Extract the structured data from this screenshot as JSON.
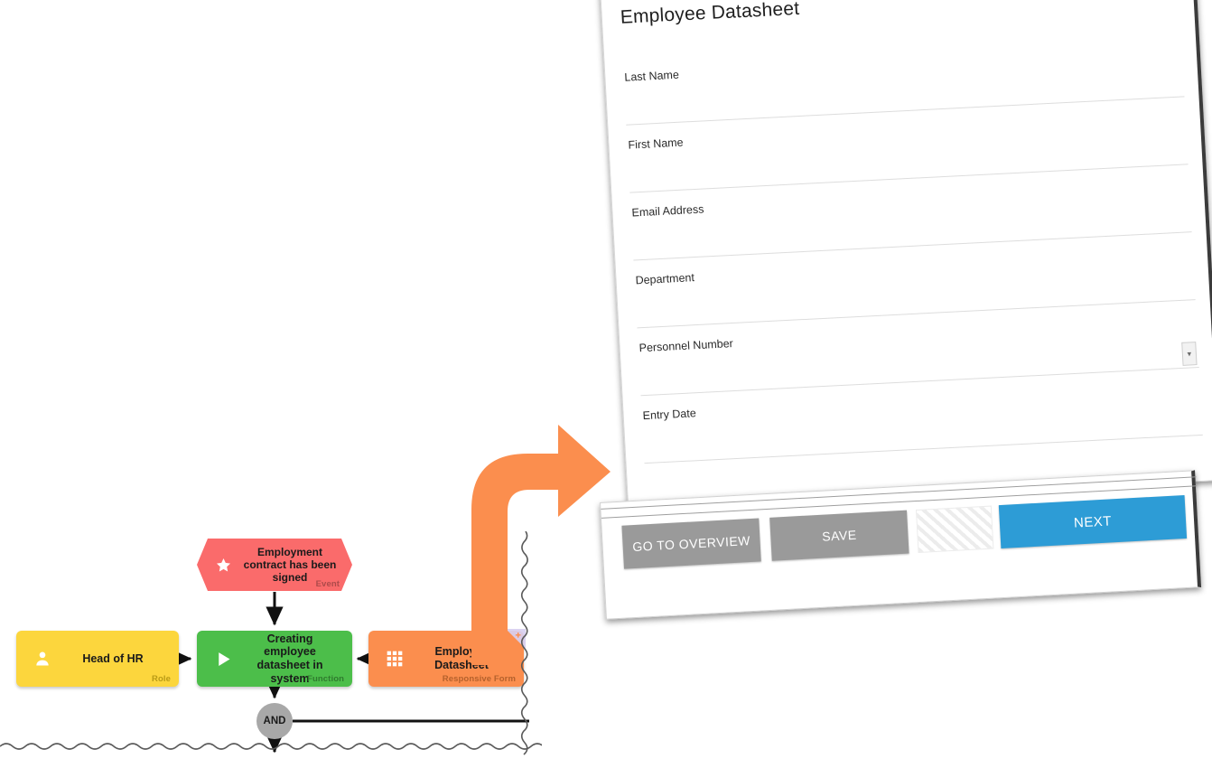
{
  "diagram": {
    "name": "EPC process fragment",
    "nodes": [
      {
        "id": "event",
        "title": "Employment contract has been signed",
        "type_label": "Event",
        "icon": "star-icon",
        "color": "#FA6B6B"
      },
      {
        "id": "role",
        "title": "Head of HR",
        "type_label": "Role",
        "icon": "person-icon",
        "color": "#FCD63D"
      },
      {
        "id": "function",
        "title": "Creating employee datasheet in system",
        "type_label": "Function",
        "icon": "play-icon",
        "color": "#4CBE4A"
      },
      {
        "id": "form",
        "title": "Employee Datasheet",
        "type_label": "Responsive Form",
        "icon": "grid-icon",
        "color": "#FB8E4E"
      }
    ],
    "connector": {
      "label": "AND",
      "color": "#A8A8A8"
    },
    "transition_arrow": {
      "name": "orange-transition-arrow",
      "color": "#FB8E4E"
    }
  },
  "form": {
    "title": "Employee Datasheet",
    "fields": [
      {
        "label": "Last Name",
        "value": "",
        "control": "text"
      },
      {
        "label": "First Name",
        "value": "",
        "control": "text"
      },
      {
        "label": "Email Address",
        "value": "",
        "control": "text"
      },
      {
        "label": "Department",
        "value": "",
        "control": "text"
      },
      {
        "label": "Personnel Number",
        "value": "",
        "control": "select"
      },
      {
        "label": "Entry Date",
        "value": "",
        "control": "text"
      }
    ],
    "buttons": [
      {
        "id": "overview",
        "label": "GO TO OVERVIEW",
        "style": "secondary",
        "color": "#9A9A9A"
      },
      {
        "id": "save",
        "label": "SAVE",
        "style": "secondary",
        "color": "#9A9A9A"
      },
      {
        "id": "disabled",
        "label": "",
        "style": "disabled",
        "color": "#ECECEC"
      },
      {
        "id": "next",
        "label": "NEXT",
        "style": "primary",
        "color": "#2D9CD6"
      }
    ]
  },
  "colors": {
    "event_red": "#FA6B6B",
    "role_yellow": "#FCD63D",
    "function_green": "#4CBE4A",
    "form_orange": "#FB8E4E",
    "connector_grey": "#A8A8A8",
    "primary_blue": "#2D9CD6",
    "secondary_grey": "#9A9A9A"
  }
}
